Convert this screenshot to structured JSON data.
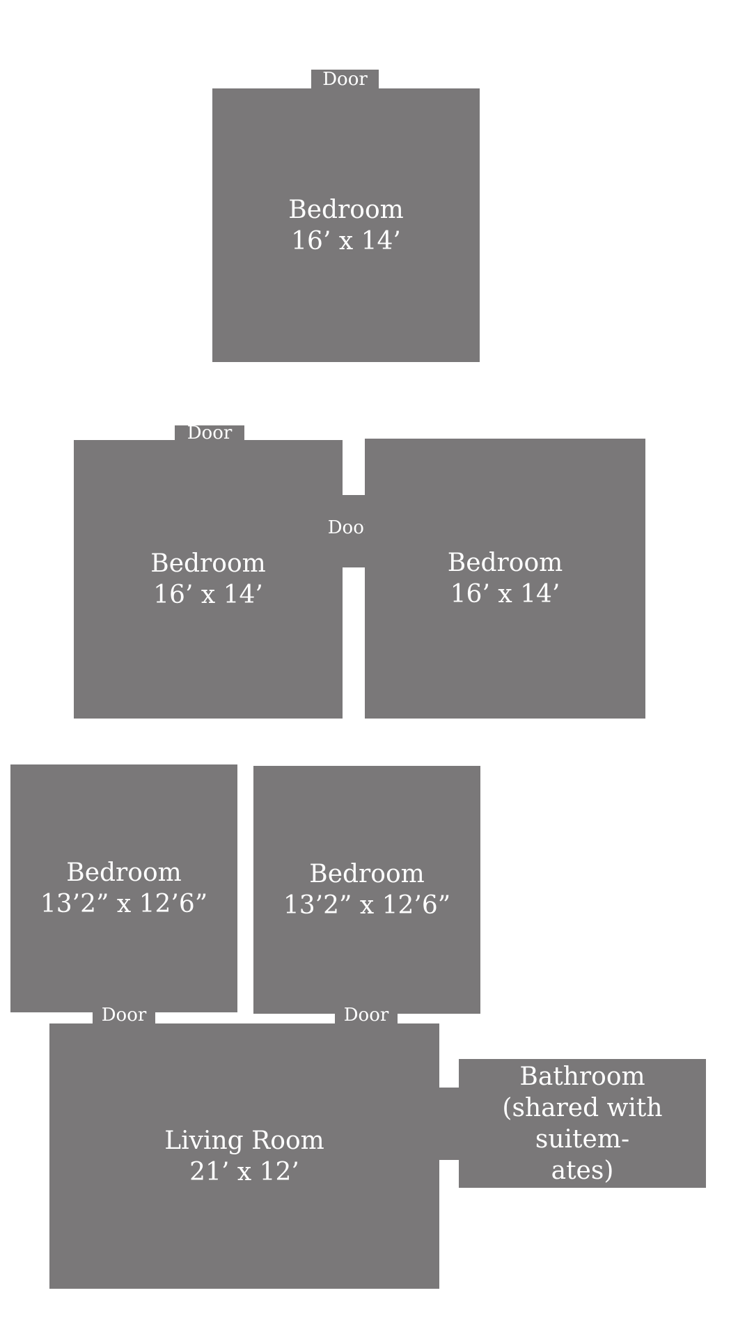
{
  "floor_plan": {
    "door_label": "Door",
    "rooms": [
      {
        "name": "Bedroom",
        "size": "16’ x 14’"
      },
      {
        "name": "Bedroom",
        "size": "16’ x 14’"
      },
      {
        "name": "Bedroom",
        "size": "16’ x 14’"
      },
      {
        "name": "Bedroom",
        "size": "13’2” x 12’6”"
      },
      {
        "name": "Bedroom",
        "size": "13’2” x 12’6”"
      },
      {
        "name": "Living Room",
        "size": "21’ x 12’"
      },
      {
        "name": "Bathroom (shared with suitem-ates)",
        "size": ""
      }
    ],
    "bathroom_lines": [
      "Bathroom",
      "(shared with suitem-",
      "ates)"
    ],
    "colors": {
      "room_fill": "#7a7879",
      "text": "#ffffff",
      "background": "#ffffff"
    }
  }
}
